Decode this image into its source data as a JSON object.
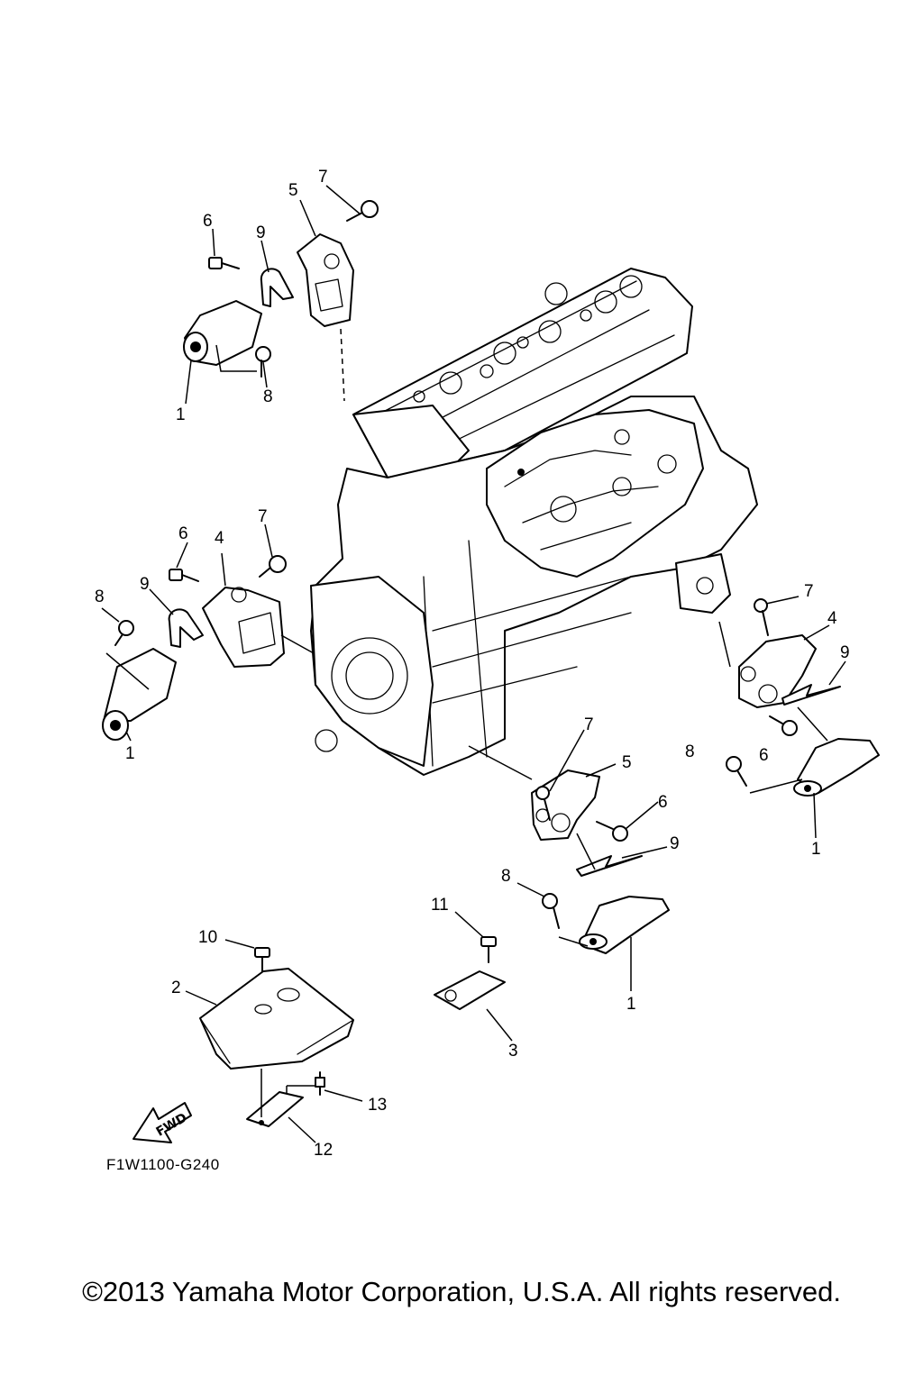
{
  "diagram": {
    "callouts": [
      {
        "id": "c1",
        "text": "7"
      },
      {
        "id": "c2",
        "text": "5"
      },
      {
        "id": "c3",
        "text": "6"
      },
      {
        "id": "c4",
        "text": "9"
      },
      {
        "id": "c5",
        "text": "1"
      },
      {
        "id": "c6",
        "text": "8"
      },
      {
        "id": "c7",
        "text": "7"
      },
      {
        "id": "c8",
        "text": "6"
      },
      {
        "id": "c9",
        "text": "4"
      },
      {
        "id": "c10",
        "text": "8"
      },
      {
        "id": "c11",
        "text": "9"
      },
      {
        "id": "c12",
        "text": "1"
      },
      {
        "id": "c13",
        "text": "7"
      },
      {
        "id": "c14",
        "text": "4"
      },
      {
        "id": "c15",
        "text": "9"
      },
      {
        "id": "c16",
        "text": "8"
      },
      {
        "id": "c17",
        "text": "6"
      },
      {
        "id": "c18",
        "text": "1"
      },
      {
        "id": "c19",
        "text": "7"
      },
      {
        "id": "c20",
        "text": "5"
      },
      {
        "id": "c21",
        "text": "6"
      },
      {
        "id": "c22",
        "text": "9"
      },
      {
        "id": "c23",
        "text": "8"
      },
      {
        "id": "c24",
        "text": "1"
      },
      {
        "id": "c25",
        "text": "11"
      },
      {
        "id": "c26",
        "text": "10"
      },
      {
        "id": "c27",
        "text": "2"
      },
      {
        "id": "c28",
        "text": "3"
      },
      {
        "id": "c29",
        "text": "13"
      },
      {
        "id": "c30",
        "text": "12"
      }
    ],
    "fwd_label": "FWD",
    "diagram_code": "F1W1100-G240"
  },
  "footer": {
    "copyright": "©2013 Yamaha Motor Corporation, U.S.A. All rights reserved."
  }
}
